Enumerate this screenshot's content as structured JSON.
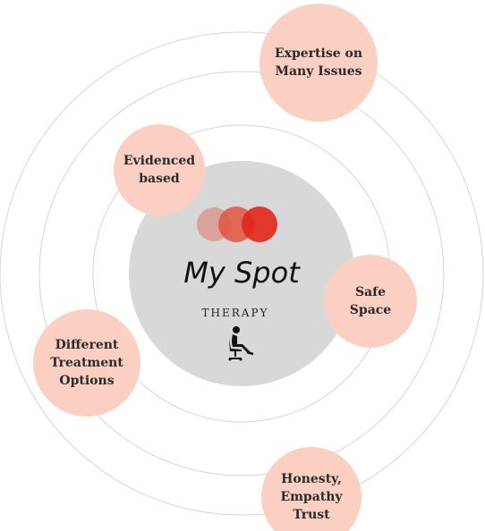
{
  "bubbles": {
    "expertise": "Expertise on\nMany Issues",
    "evidenced": "Evidenced\nbased",
    "safe": "Safe\nSpace",
    "different": "Different\nTreatment\nOptions",
    "honesty": "Honesty,\nEmpathy\nTrust"
  },
  "logo": {
    "name": "My Spot",
    "subtitle": "THERAPY"
  },
  "colors": {
    "bubble_fill": "#fbd0c2",
    "core_fill": "#d8d8d8",
    "ring_stroke": "#d4d4d4",
    "dot_light": "#d99a92",
    "dot_mid": "#e0553f",
    "dot_bright": "#e3261b"
  }
}
